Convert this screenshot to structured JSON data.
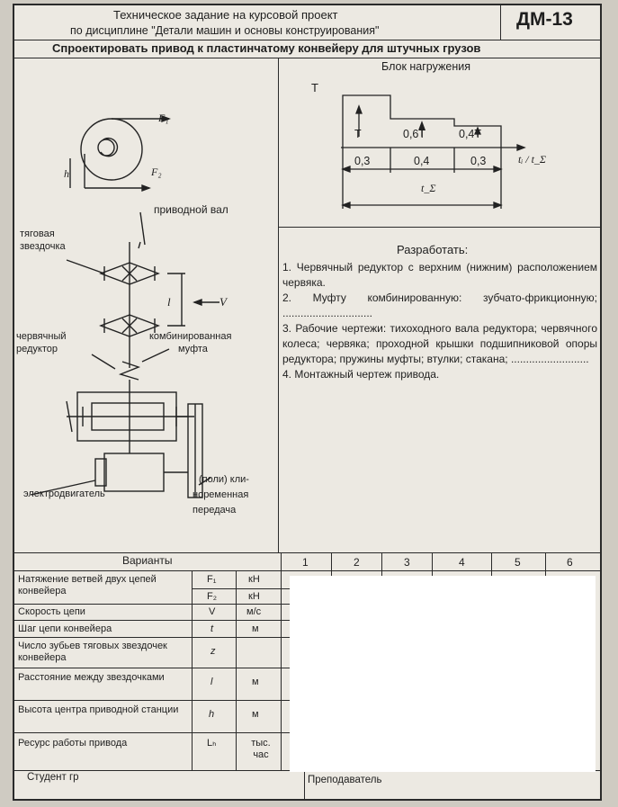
{
  "header": {
    "line1": "Техническое задание на курсовой проект",
    "line2": "по дисциплине \"Детали машин и основы конструирования\"",
    "code": "ДМ-13",
    "subject": "Спроектировать привод к пластинчатому конвейеру для штучных грузов"
  },
  "scheme": {
    "f1": "F₁",
    "f2": "F₂",
    "h": "h",
    "drive_shaft": "приводной вал",
    "sprocket_line1": "тяговая",
    "sprocket_line2": "звездочка",
    "l_label": "l",
    "v_label": "V",
    "worm_line1": "червячный",
    "worm_line2": "редуктор",
    "coupling_line1": "комбинированная",
    "coupling_line2": "муфта",
    "motor": "электродвигатель",
    "belt_line1": "(поли) кли-",
    "belt_line2": "ноременная",
    "belt_line3": "передача"
  },
  "load_block": {
    "title": "Блок нагружения",
    "t_axis": "T",
    "level1": "T",
    "level2": "0,6T",
    "level3": "0,4T",
    "seg1": "0,3",
    "seg2": "0,4",
    "seg3": "0,3",
    "x_axis": "tᵢ / t_Σ",
    "total": "t_Σ"
  },
  "develop": {
    "title": "Разработать:",
    "items": [
      "1. Червячный редуктор с верхним (нижним) расположением червяка.",
      "2. Муфту комбинированную: зубчато-фрикционную; ..............................",
      "3. Рабочие чертежи: тихоходного вала редуктора; червячного колеса; червяка; проходной крышки подшипниковой опоры редуктора; пружины муфты; втулки; стакана; ..........................",
      "4. Монтажный чертеж привода."
    ]
  },
  "table": {
    "variants_label": "Варианты",
    "columns": [
      "1",
      "2",
      "3",
      "4",
      "5",
      "6"
    ],
    "rows": [
      {
        "name": "Натяжение ветвей двух цепей конвейера",
        "symbol": "F₁",
        "unit": "кН"
      },
      {
        "name": "",
        "symbol": "F₂",
        "unit": "кН"
      },
      {
        "name": "Скорость цепи",
        "symbol": "V",
        "unit": "м/с"
      },
      {
        "name": "Шаг цепи конвейера",
        "symbol": "t",
        "unit": "м"
      },
      {
        "name": "Число зубьев тяговых звездочек конвейера",
        "symbol": "z",
        "unit": ""
      },
      {
        "name": "Расстояние между звездочками",
        "symbol": "l",
        "unit": "м"
      },
      {
        "name": "Высота центра приводной станции",
        "symbol": "h",
        "unit": "м"
      },
      {
        "name": "Ресурс работы привода",
        "symbol": "Lₕ",
        "unit": "тыс. час"
      }
    ]
  },
  "footer": {
    "student": "Студент гр",
    "teacher": "Преподаватель"
  }
}
